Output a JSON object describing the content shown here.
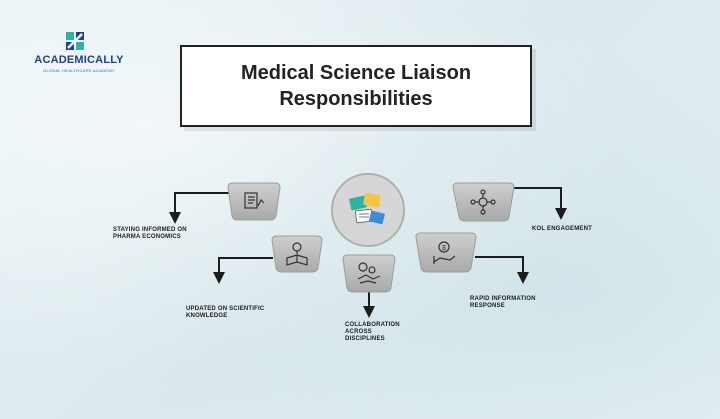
{
  "brand": {
    "name": "ACADEMICALLY",
    "tagline": "GLOBAL HEALTHCARE ACADEMY",
    "primary_color": "#1f3f8f",
    "accent_color": "#2bb3a3"
  },
  "title": {
    "line1": "Medical Science Liaison",
    "line2": "Responsibilities"
  },
  "center": {
    "icon": "documents-icon"
  },
  "responsibilities": [
    {
      "icon": "report-chart-icon",
      "line1": "STAYING INFORMED ON",
      "line2": "PHARMA ECONOMICS"
    },
    {
      "icon": "lightbulb-book-icon",
      "line1": "UPDATED ON SCIENTIFIC",
      "line2": "KNOWLEDGE"
    },
    {
      "icon": "handshake-gears-icon",
      "line1": "COLLABORATION",
      "line2": "ACROSS",
      "line3": "DISCIPLINES"
    },
    {
      "icon": "hand-money-icon",
      "line1": "RAPID INFORMATION",
      "line2": "RESPONSE"
    },
    {
      "icon": "network-people-icon",
      "line1": "KOL ENGAGEMENT"
    }
  ],
  "colors": {
    "background": "#e6f0f3",
    "tile": "#b9b9b9",
    "connector": "#1c1c1c"
  }
}
